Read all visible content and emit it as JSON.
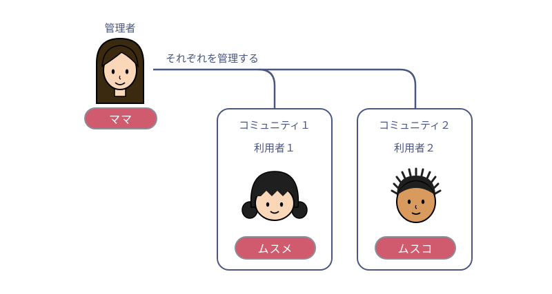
{
  "admin": {
    "role_label": "管理者",
    "name": "ママ"
  },
  "connector": {
    "label": "それぞれを管理する"
  },
  "communities": [
    {
      "title": "コミュニティ１",
      "user_label": "利用者１",
      "user_name": "ムスメ"
    },
    {
      "title": "コミュニティ２",
      "user_label": "利用者２",
      "user_name": "ムスコ"
    }
  ],
  "colors": {
    "line": "#4a5580",
    "pill_fill": "#d05a6e",
    "pill_border": "#8a8f9a"
  }
}
